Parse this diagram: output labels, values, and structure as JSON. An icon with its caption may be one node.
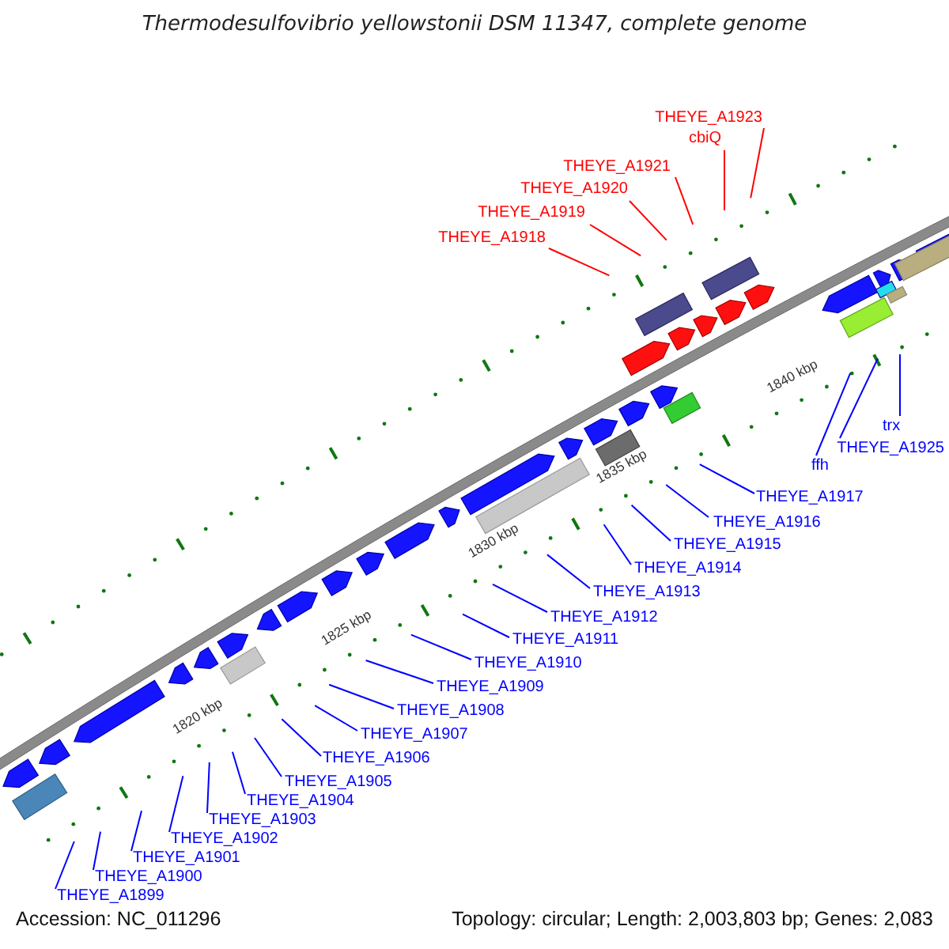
{
  "diagram": {
    "title": "Thermodesulfovibrio yellowstonii DSM 11347, complete genome",
    "nodes": [
      {
        "text": [
          "THEYE_A1923"
        ]
      },
      {
        "text": [
          "cbiQ"
        ]
      },
      {
        "text": [
          "THEYE_A1921"
        ]
      },
      {
        "text": [
          "THEYE_A1920"
        ]
      },
      {
        "text": [
          "THEYE_A1919"
        ]
      },
      {
        "text": [
          "THEYE_A1918"
        ]
      },
      {
        "text": [
          "trx"
        ]
      },
      {
        "text": [
          "THEYE_A1925"
        ]
      },
      {
        "text": [
          "ffh"
        ]
      },
      {
        "text": [
          "THEYE_A1917"
        ]
      },
      {
        "text": [
          "THEYE_A1916"
        ]
      },
      {
        "text": [
          "THEYE_A1915"
        ]
      },
      {
        "text": [
          "THEYE_A1914"
        ]
      },
      {
        "text": [
          "THEYE_A1913"
        ]
      },
      {
        "text": [
          "THEYE_A1912"
        ]
      },
      {
        "text": [
          "THEYE_A1911"
        ]
      },
      {
        "text": [
          "THEYE_A1910"
        ]
      },
      {
        "text": [
          "THEYE_A1909"
        ]
      },
      {
        "text": [
          "THEYE_A1908"
        ]
      },
      {
        "text": [
          "THEYE_A1907"
        ]
      },
      {
        "text": [
          "THEYE_A1906"
        ]
      },
      {
        "text": [
          "THEYE_A1905"
        ]
      },
      {
        "text": [
          "THEYE_A1902"
        ]
      },
      {
        "text": [
          "THEYE_A1901"
        ]
      },
      {
        "text": [
          "THEYE_A1904"
        ]
      },
      {
        "text": [
          "THEYE_A1900"
        ]
      },
      {
        "text": [
          "THEYE_A1903"
        ]
      },
      {
        "text": [
          "THEYE_A1899"
        ]
      }
    ],
    "edges": [
      {
        "from": 0,
        "to": null,
        "arrow": "none",
        "color": "#ff0000"
      },
      {
        "from": 1,
        "to": null,
        "arrow": "none",
        "color": "#ff0000"
      },
      {
        "from": 2,
        "to": null,
        "arrow": "none",
        "color": "#ff0000"
      },
      {
        "from": 3,
        "to": null,
        "arrow": "none",
        "color": "#ff0000"
      },
      {
        "from": 4,
        "to": null,
        "arrow": "none",
        "color": "#ff0000"
      },
      {
        "from": 5,
        "to": null,
        "arrow": "none",
        "color": "#ff0000"
      },
      {
        "from": 6,
        "to": null,
        "arrow": "none"
      },
      {
        "from": 7,
        "to": null,
        "arrow": "none"
      },
      {
        "from": 8,
        "to": null,
        "arrow": "none"
      },
      {
        "from": 9,
        "to": null,
        "arrow": "none"
      },
      {
        "from": 10,
        "to": null,
        "arrow": "none"
      },
      {
        "from": 11,
        "to": null,
        "arrow": "none"
      },
      {
        "from": 12,
        "to": null,
        "arrow": "none"
      },
      {
        "from": 13,
        "to": null,
        "arrow": "none"
      },
      {
        "from": 14,
        "to": null,
        "arrow": "none"
      },
      {
        "from": 15,
        "to": null,
        "arrow": "none"
      },
      {
        "from": 16,
        "to": null,
        "arrow": "none"
      },
      {
        "from": 17,
        "to": null,
        "arrow": "none"
      },
      {
        "from": 18,
        "to": null,
        "arrow": "none"
      },
      {
        "from": 19,
        "to": null,
        "arrow": "none"
      },
      {
        "from": 20,
        "to": null,
        "arrow": "none"
      },
      {
        "from": 21,
        "to": null,
        "arrow": "none"
      },
      {
        "from": 22,
        "to": null,
        "arrow": "none"
      },
      {
        "from": 23,
        "to": null,
        "arrow": "none"
      },
      {
        "from": 24,
        "to": null,
        "arrow": "none"
      },
      {
        "from": 25,
        "to": null,
        "arrow": "none"
      },
      {
        "from": 26,
        "to": null,
        "arrow": "none"
      },
      {
        "from": 27,
        "to": null,
        "arrow": "none"
      }
    ],
    "labels": [
      "1840 kbp",
      "1835 kbp",
      "1830 kbp",
      "1825 kbp",
      "1820 kbp",
      "Accession: NC_011296",
      "Topology: circular; Length: 2,003,803 bp; Genes: 2,083"
    ]
  }
}
